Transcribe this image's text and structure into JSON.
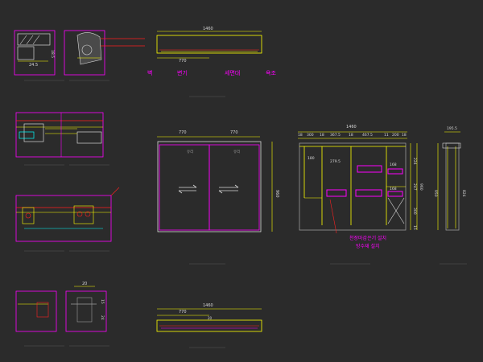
{
  "colors": {
    "background": "#2b2b2b",
    "magenta": "#ff00ff",
    "yellow": "#ffff00",
    "cyan": "#00ffff",
    "red": "#ff2020",
    "white": "#d8d8d8",
    "gray": "#9a9a9a",
    "dark_gray": "#5a5a5a",
    "green": "#70ff70"
  },
  "top_plan": {
    "overall_width": "1460",
    "inner_width": "770",
    "labels": [
      "벽",
      "변기",
      "세면대",
      "욕조"
    ]
  },
  "detail_1": {
    "dim_a": "24.5",
    "dim_b": "18.5"
  },
  "elevation": {
    "left_width": "770",
    "right_width": "770",
    "height": "960",
    "panel_text_left": "유리",
    "panel_text_right": "유리"
  },
  "cabinet": {
    "overall_width": "1460",
    "dims": [
      "18",
      "300",
      "18",
      "367.5",
      "18",
      "467.5",
      "11",
      "200",
      "18"
    ],
    "shelf_180": "180",
    "shelf_2795": "279.5",
    "dim_168a": "168",
    "dim_168b": "168",
    "side_dims": [
      "224",
      "247",
      "300",
      "15"
    ],
    "note_line1": "천장마감은기 설치",
    "note_line2": "방수재 설치",
    "height": "960"
  },
  "side_section": {
    "top_width": "195.5",
    "height": "950",
    "inner": "824"
  },
  "detail_4": {
    "dim_top": "20",
    "side_dims": [
      "15",
      "24"
    ]
  },
  "bottom_plan": {
    "overall_width": "1460",
    "inner_width": "770",
    "center_dim": "20"
  }
}
